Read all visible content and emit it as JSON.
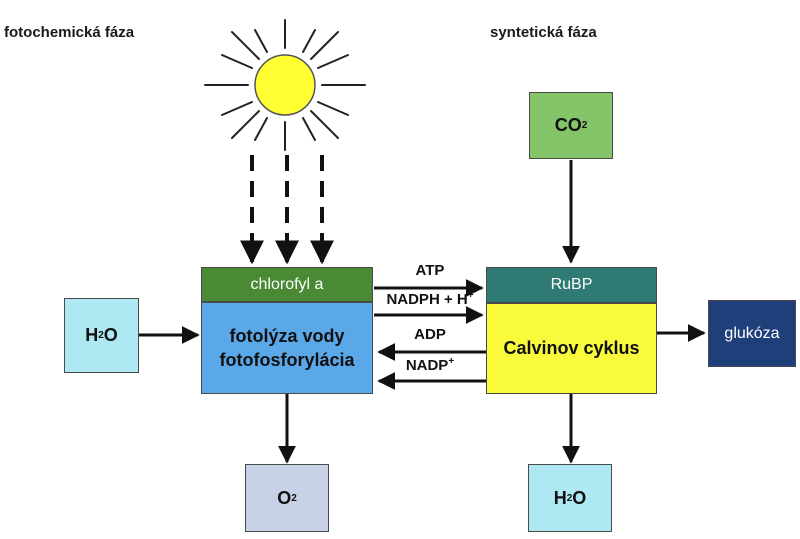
{
  "phases": {
    "left": "fotochemická fáza",
    "right": "syntetická fáza"
  },
  "boxes": {
    "h2o_in": {
      "main": "H",
      "sub": "2",
      "tail": "O"
    },
    "chlorophyll": "chlorofyl a",
    "photolysis_line1": "fotolýza vody",
    "photolysis_line2": "fotofosforylácia",
    "o2": {
      "main": "O",
      "sub": "2"
    },
    "co2": {
      "main": "CO",
      "sub": "2"
    },
    "rubp": "RuBP",
    "calvin": "Calvinov cyklus",
    "glucose": "glukóza",
    "h2o_out": {
      "main": "H",
      "sub": "2",
      "tail": "O"
    }
  },
  "arrows": {
    "atp": "ATP",
    "nadph": {
      "main": "NADPH + H",
      "sup": "+"
    },
    "adp": "ADP",
    "nadp": {
      "main": "NADP",
      "sup": "+"
    }
  },
  "colors": {
    "sun": "#ffff33",
    "light_blue": "#aee8f3",
    "green": "#86c46a",
    "dark_green": "#4a8a35",
    "teal": "#2f7a72",
    "blue": "#5aa8e8",
    "yellow": "#fafa3c",
    "navy": "#1e3f7a"
  }
}
